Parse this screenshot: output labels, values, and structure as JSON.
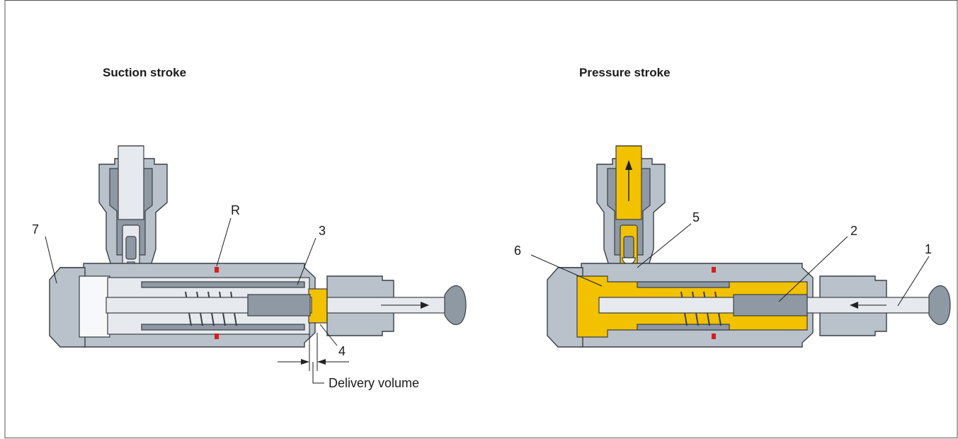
{
  "panels": {
    "suction": {
      "title": "Suction stroke",
      "labels": {
        "n7": "7",
        "nR": "R",
        "n3": "3",
        "n4": "4"
      },
      "delivery_volume": "Delivery volume"
    },
    "pressure": {
      "title": "Pressure stroke",
      "labels": {
        "n6": "6",
        "n5": "5",
        "n2": "2",
        "n1": "1"
      }
    }
  },
  "colors": {
    "housing": "#b9c2ca",
    "oil": "#f2c100",
    "seal": "#d42020"
  }
}
